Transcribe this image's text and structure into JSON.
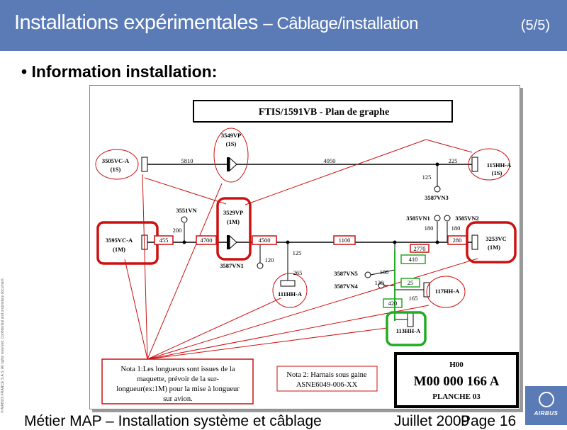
{
  "header": {
    "title": "Installations expérimentales",
    "subtitle": "– Câblage/installation",
    "page_count": "(5/5)"
  },
  "bullet": {
    "glyph": "•",
    "text": "Information installation:"
  },
  "side_text": "© AIRBUS FRANCE S.A.S. All rights reserved. Confidential and proprietary document.",
  "diagram": {
    "title": "FTIS/1591VB - Plan de graphe",
    "nodes": {
      "n3505": "3505VC-A",
      "n3505b": "(1S)",
      "n3549": "3549VP",
      "n3549b": "(1S)",
      "n115": "115HH-A",
      "n115b": "(1S)",
      "n3587vn3": "3587VN3",
      "n3551": "3551VN",
      "n3529": "3529VP",
      "n3529b": "(1M)",
      "n3595": "3595VC-A",
      "n3595b": "(1M)",
      "n3587vn1": "3587VN1",
      "n111": "111HH-A",
      "n3585vn1": "3585VN1",
      "n3585vn2": "3585VN2",
      "n3253": "3253VC",
      "n3253b": "(1M)",
      "n3587vn5": "3587VN5",
      "n3587vn4": "3587VN4",
      "n117": "117HH-A",
      "n113": "113HH-A"
    },
    "lengths": {
      "l5810": "5810",
      "l4950": "4950",
      "l225": "225",
      "l125a": "125",
      "l200": "200",
      "l455": "455",
      "l4700": "4700",
      "l4500": "4500",
      "l1100": "1100",
      "l180a": "180",
      "l180b": "180",
      "l280": "280",
      "l2770": "2770",
      "l125b": "125",
      "l120": "120",
      "l265": "265",
      "l410": "410",
      "l100": "100",
      "l130": "130",
      "l25": "25",
      "l165": "165",
      "l420": "420"
    },
    "note1": [
      "Nota 1:Les longueurs sont issues de la",
      "maquette, prévoir de la sur-",
      "longueur(ex:1M) pour la mise à longueur",
      "sur avion."
    ],
    "note2": [
      "Nota 2: Harnais sous gaine",
      "ASNE6049-006-XX"
    ],
    "cartouche": {
      "top": "H00",
      "number": "M00 000 166 A",
      "planche": "PLANCHE 03"
    }
  },
  "footer": {
    "left": "Métier MAP – Installation système et câblage",
    "date": "Juillet 2009",
    "page": "Page 16"
  },
  "logo": "AIRBUS",
  "colors": {
    "title_bar": "#5b7bb7",
    "highlight_red": "#cc1111",
    "highlight_green": "#22aa22"
  }
}
